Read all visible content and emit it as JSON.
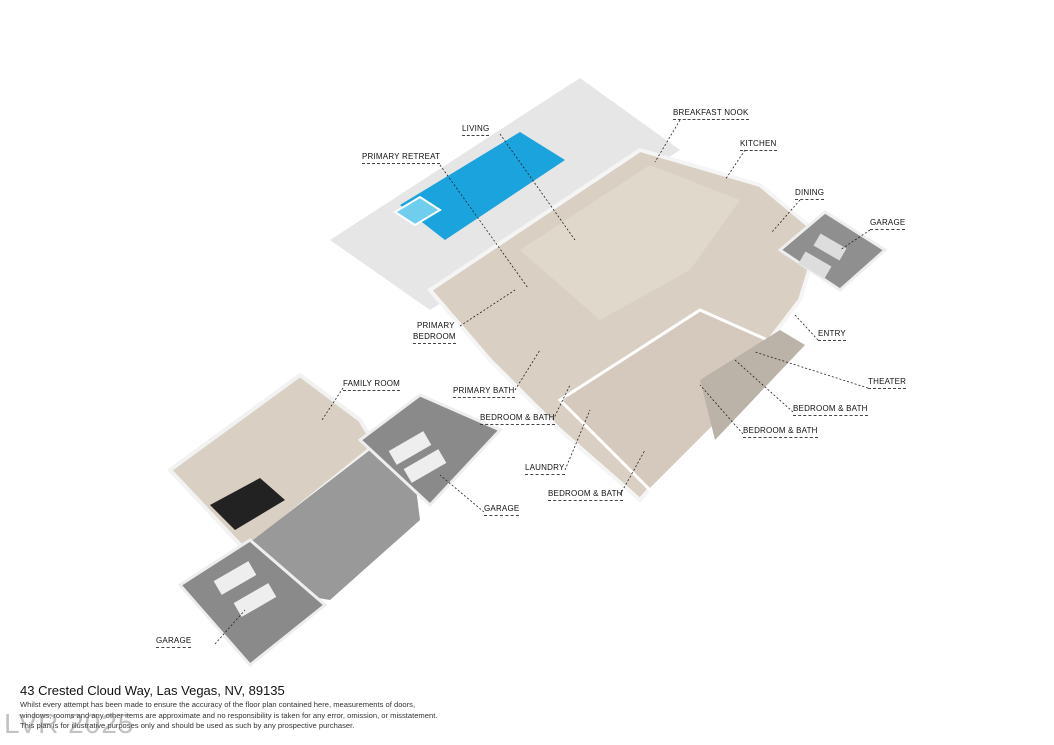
{
  "address": "43 Crested Cloud Way, Las Vegas, NV, 89135",
  "disclaimer": [
    "Whilst every attempt has been made to ensure the accuracy of the floor plan contained here, measurements of doors,",
    "windows, rooms and any other items are approximate and no responsibility is taken for any error, omission, or misstatement.",
    "This plan is for illustrative purposes only and should be used as such by any prospective purchaser."
  ],
  "watermark": "LVR 2025",
  "rooms": {
    "living": "LIVING",
    "breakfast_nook": "BREAKFAST NOOK",
    "primary_retreat": "PRIMARY RETREAT",
    "kitchen": "KITCHEN",
    "dining": "DINING",
    "garage_east": "GARAGE",
    "primary_bedroom_1": "PRIMARY",
    "primary_bedroom_2": "BEDROOM",
    "entry": "ENTRY",
    "theater": "THEATER",
    "primary_bath": "PRIMARY BATH",
    "bedroom_bath_1": "BEDROOM & BATH",
    "bedroom_bath_2": "BEDROOM & BATH",
    "bedroom_bath_3": "BEDROOM & BATH",
    "laundry": "LAUNDRY",
    "bedroom_bath_4": "BEDROOM & BATH",
    "family_room": "FAMILY ROOM",
    "garage_center": "GARAGE",
    "garage_west": "GARAGE"
  },
  "colors": {
    "pool": "#1aa3dc",
    "floor": "#d9cfc2",
    "deck": "#e8e8e8",
    "garage": "#8f8f8f",
    "wall": "#f4f4f4"
  }
}
